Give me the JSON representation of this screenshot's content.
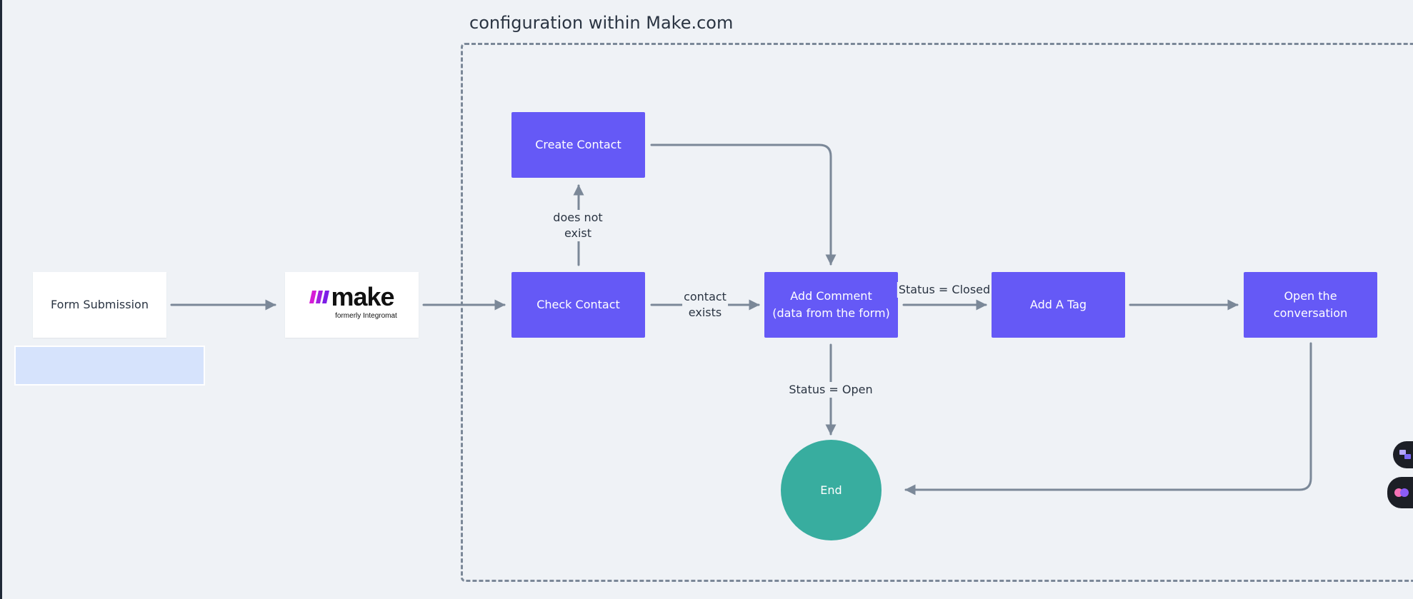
{
  "group": {
    "title": "configuration within Make.com"
  },
  "nodes": {
    "form_submission": "Form Submission",
    "make_logo": {
      "wordmark": "make",
      "tagline": "formerly Integromat"
    },
    "check_contact": "Check Contact",
    "create_contact": "Create Contact",
    "add_comment": {
      "line1": "Add Comment",
      "line2": "(data from the form)"
    },
    "add_tag": "Add A Tag",
    "open_conversation": {
      "line1": "Open the",
      "line2": "conversation"
    },
    "end": "End"
  },
  "edge_labels": {
    "does_not_exist": {
      "line1": "does not",
      "line2": "exist"
    },
    "contact_exists": {
      "line1": "contact",
      "line2": "exists"
    },
    "status_closed": "Status = Closed",
    "status_open": "Status = Open"
  },
  "colors": {
    "process_node": "#6559f6",
    "end_node": "#38ad9f",
    "edge": "#7b8898",
    "background": "#eff2f6"
  }
}
